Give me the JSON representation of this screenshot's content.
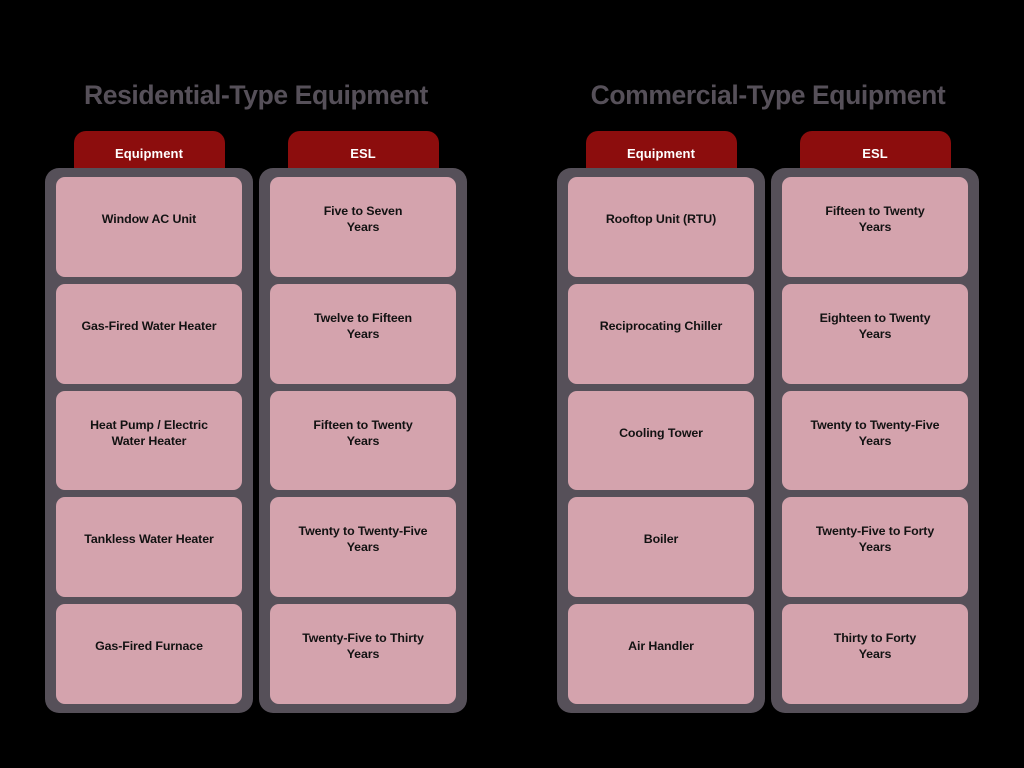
{
  "theme": {
    "background": "#000000",
    "panel_gray": "#565059",
    "cell_pink": "#D4A3AD",
    "header_red": "#8C0D0D",
    "title_gray": "#565059",
    "cell_text": "#121212",
    "header_text": "#FFFFFF"
  },
  "sections": [
    {
      "title": "Residential-Type Equipment",
      "columns": [
        {
          "header": "Equipment",
          "cells": [
            "Window AC Unit",
            "Gas-Fired Water Heater",
            "Heat Pump / Electric\nWater Heater",
            "Tankless Water Heater",
            "Gas-Fired Furnace"
          ]
        },
        {
          "header": "ESL",
          "cells": [
            "Five to Seven\nYears",
            "Twelve to Fifteen\nYears",
            "Fifteen to Twenty\nYears",
            "Twenty to Twenty-Five\nYears",
            "Twenty-Five to Thirty\nYears"
          ]
        }
      ]
    },
    {
      "title": "Commercial-Type Equipment",
      "columns": [
        {
          "header": "Equipment",
          "cells": [
            "Rooftop Unit (RTU)",
            "Reciprocating Chiller",
            "Cooling Tower",
            "Boiler",
            "Air Handler"
          ]
        },
        {
          "header": "ESL",
          "cells": [
            "Fifteen to Twenty\nYears",
            "Eighteen to Twenty\nYears",
            "Twenty to Twenty-Five\nYears",
            "Twenty-Five to Forty\nYears",
            "Thirty to Forty\nYears"
          ]
        }
      ]
    }
  ]
}
